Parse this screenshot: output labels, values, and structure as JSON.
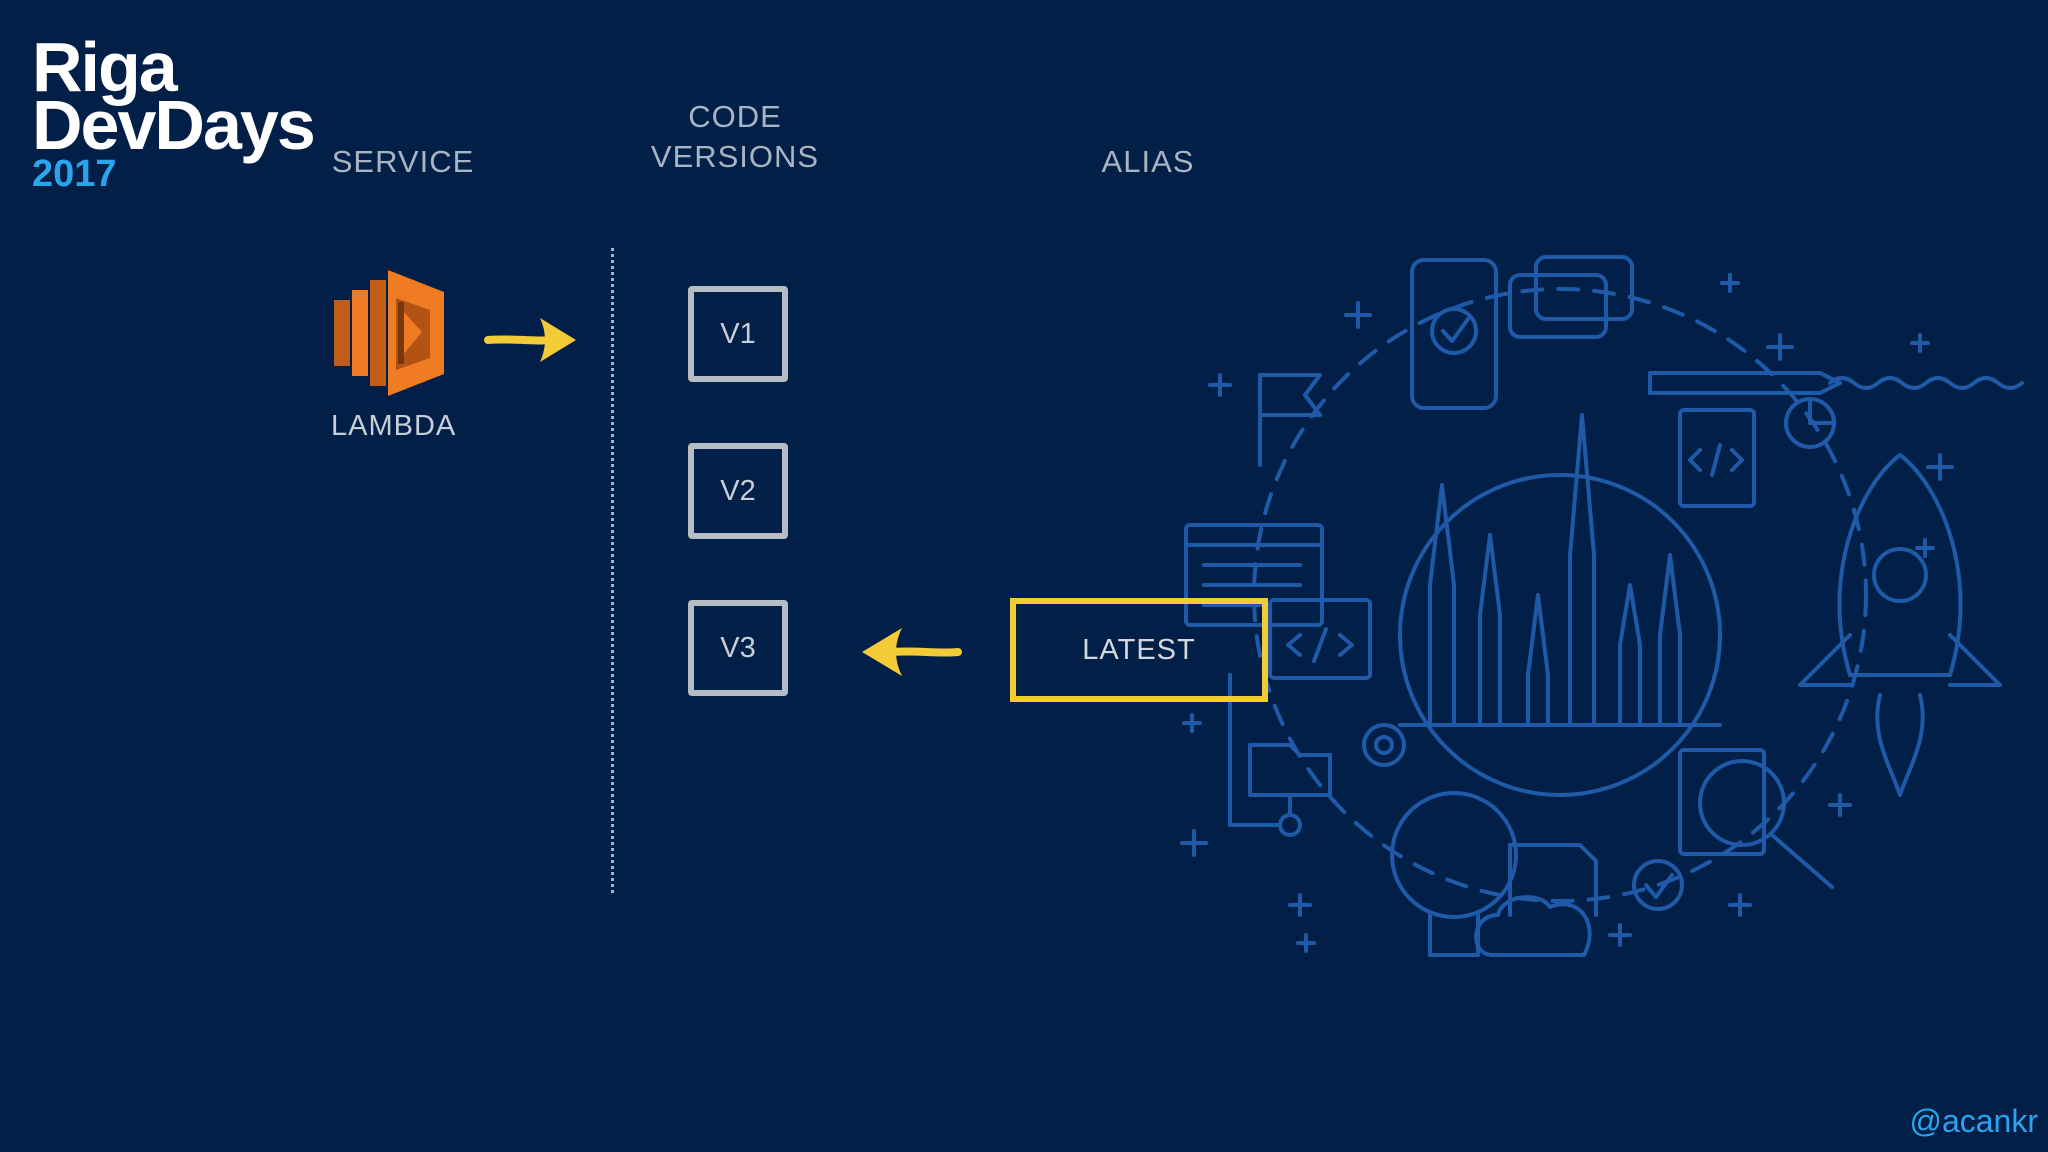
{
  "logo": {
    "line1": "Riga",
    "line2": "DevDays",
    "year": "2017"
  },
  "headers": {
    "service": "SERVICE",
    "code_versions_line1": "CODE",
    "code_versions_line2": "VERSIONS",
    "alias": "ALIAS"
  },
  "service": {
    "label": "LAMBDA",
    "icon": "aws-lambda-icon"
  },
  "versions": [
    "V1",
    "V2",
    "V3"
  ],
  "alias": {
    "label": "LATEST"
  },
  "handle": "@acankr",
  "colors": {
    "background": "#021f47",
    "accent_yellow": "#f2cb37",
    "lambda_orange": "#ef7b22",
    "link_blue": "#2aa4ec",
    "illustration": "#1f5aa8"
  }
}
